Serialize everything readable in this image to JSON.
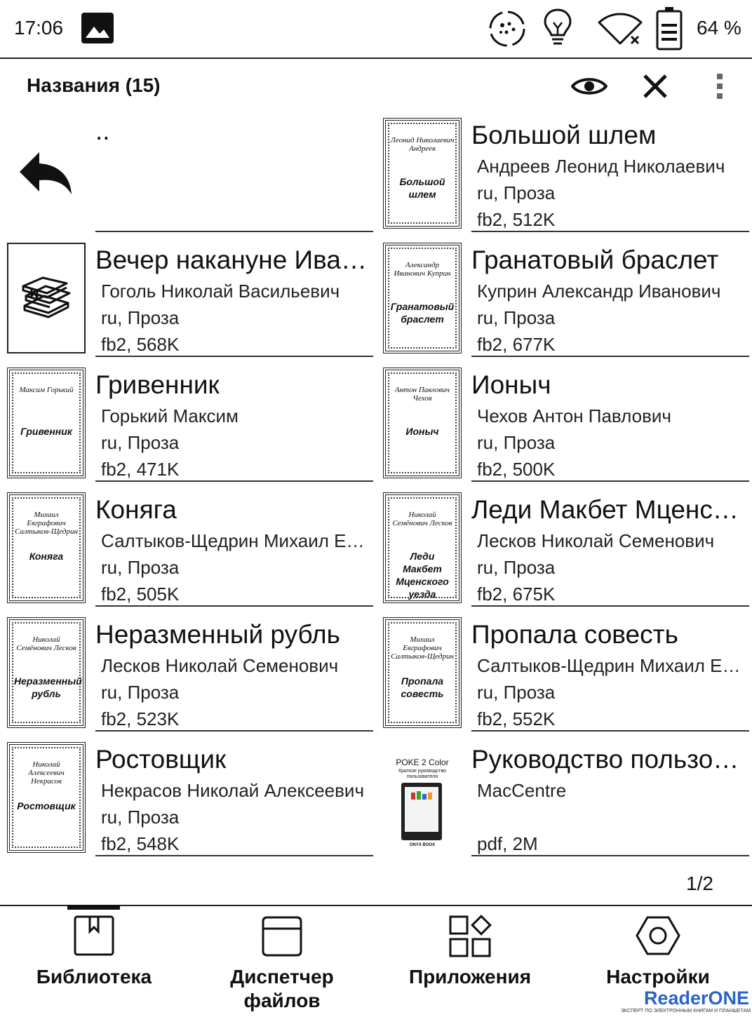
{
  "status_bar": {
    "time": "17:06",
    "battery_percent": "64 %",
    "icons": [
      "gallery-icon",
      "refresh-sync-icon",
      "frontlight-icon",
      "wifi-off-icon",
      "battery-icon"
    ]
  },
  "header": {
    "title": "Названия (15)",
    "icons": [
      "eye-icon",
      "close-icon",
      "more-vert-icon"
    ]
  },
  "items": [
    {
      "title": "..",
      "author": "",
      "lang": "",
      "format": "",
      "cover": "back-arrow-icon"
    },
    {
      "title": "Большой шлем",
      "author": "Андреев Леонид Николаевич",
      "lang": "ru, Проза",
      "format": "fb2, 512K",
      "cover_author": "Леонид Николаевич Андреев",
      "cover_title": "Большой шлем"
    },
    {
      "title": "Вечер накануне Ивана ...",
      "author": "Гоголь Николай Васильевич",
      "lang": "ru, Проза",
      "format": "fb2, 568K",
      "cover": "books-stack-icon"
    },
    {
      "title": "Гранатовый браслет",
      "author": "Куприн Александр Иванович",
      "lang": "ru, Проза",
      "format": "fb2, 677K",
      "cover_author": "Александр Иванович Куприн",
      "cover_title": "Гранатовый браслет"
    },
    {
      "title": "Гривенник",
      "author": "Горький Максим",
      "lang": "ru, Проза",
      "format": "fb2, 471K",
      "cover_author": "Максим Горький",
      "cover_title": "Гривенник"
    },
    {
      "title": "Ионыч",
      "author": "Чехов Антон Павлович",
      "lang": "ru, Проза",
      "format": "fb2, 500K",
      "cover_author": "Антон Павлович Чехов",
      "cover_title": "Ионыч"
    },
    {
      "title": "Коняга",
      "author": "Салтыков-Щедрин Михаил Евграф...",
      "lang": "ru, Проза",
      "format": "fb2, 505K",
      "cover_author": "Михаил Евграфович Салтыков-Щедрин",
      "cover_title": "Коняга"
    },
    {
      "title": "Леди Макбет Мценског...",
      "author": "Лесков Николай Семенович",
      "lang": "ru, Проза",
      "format": "fb2, 675K",
      "cover_author": "Николай Семёнович Лесков",
      "cover_title": "Леди Макбет Мценского уезда"
    },
    {
      "title": "Неразменный рубль",
      "author": "Лесков Николай Семенович",
      "lang": "ru, Проза",
      "format": "fb2, 523K",
      "cover_author": "Николай Семёнович Лесков",
      "cover_title": "Неразменный рубль"
    },
    {
      "title": "Пропала совесть",
      "author": "Салтыков-Щедрин Михаил Евграф...",
      "lang": "ru, Проза",
      "format": "fb2, 552K",
      "cover_author": "Михаил Евграфович Салтыков-Щедрин",
      "cover_title": "Пропала совесть"
    },
    {
      "title": "Ростовщик",
      "author": "Некрасов Николай Алексеевич",
      "lang": "ru, Проза",
      "format": "fb2, 548K",
      "cover_author": "Николай Алексеевич Некрасов",
      "cover_title": "Ростовщик"
    },
    {
      "title": "Руководство пользоват...",
      "author": "MacCentre",
      "lang": "",
      "format": "pdf, 2M",
      "cover_top": "POKE 2 Color",
      "cover_sub": "Краткое руководство пользователя",
      "cover_brand": "ONYX BOOX"
    }
  ],
  "pager": "1/2",
  "bottom_nav": [
    {
      "label": "Библиотека",
      "icon": "library-bookmark-icon",
      "active": true
    },
    {
      "label": "Диспетчер файлов",
      "icon": "file-manager-icon",
      "active": false
    },
    {
      "label": "Приложения",
      "icon": "apps-grid-icon",
      "active": false
    },
    {
      "label": "Настройки",
      "icon": "settings-hex-icon",
      "active": false
    }
  ],
  "watermark": {
    "brand_reader": "Reader",
    "brand_one": "ONE",
    "tagline": "ЭКСПЕРТ ПО ЭЛЕКТРОННЫМ КНИГАМ И ПЛАНШЕТАМ"
  }
}
